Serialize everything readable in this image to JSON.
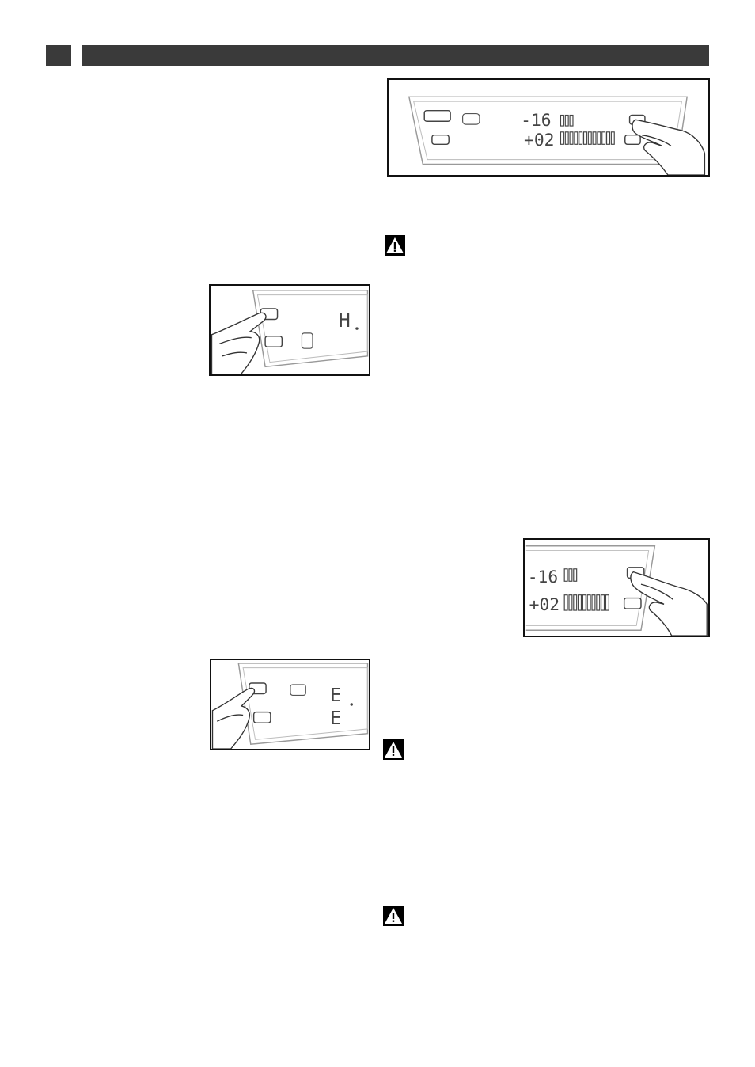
{
  "figures": {
    "fig_top_right": {
      "display_top_digits": "-16",
      "display_bottom_digits": "+02"
    },
    "fig_hold_h": {
      "display_char": "H"
    },
    "fig_mid_right": {
      "display_top_digits": "-16",
      "display_bottom_digits": "+02"
    },
    "fig_hold_e": {
      "display_char_top": "E",
      "display_char_bottom": "E"
    }
  },
  "icons": {
    "warning": "warning-triangle-icon",
    "hand": "pressing-hand-icon"
  },
  "colors": {
    "header_bar": "#3a3a3a"
  }
}
